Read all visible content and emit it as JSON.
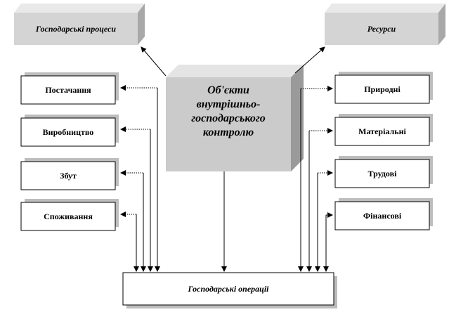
{
  "diagram": {
    "header_left": "Господарські процеси",
    "header_right": "Ресурси",
    "center_lines": [
      "Об'єкти",
      "внутрішньо-",
      "господарського",
      "контролю"
    ],
    "left_items": [
      {
        "label": "Постачання"
      },
      {
        "label": "Виробництво"
      },
      {
        "label": "Збут"
      },
      {
        "label": "Споживання"
      }
    ],
    "right_items": [
      {
        "label": "Природні"
      },
      {
        "label": "Матеріальні"
      },
      {
        "label": "Трудові"
      },
      {
        "label": "Фінансові"
      }
    ],
    "bottom": "Господарські операції",
    "colors": {
      "header_fill": "#d4d4d4",
      "header_top": "#e9e9e9",
      "header_side": "#a8a8a8",
      "center_fill": "#cbcbcb",
      "center_top": "#e4e4e4",
      "center_side": "#9a9a9a",
      "box_shadow": "#bdbdbd"
    }
  }
}
